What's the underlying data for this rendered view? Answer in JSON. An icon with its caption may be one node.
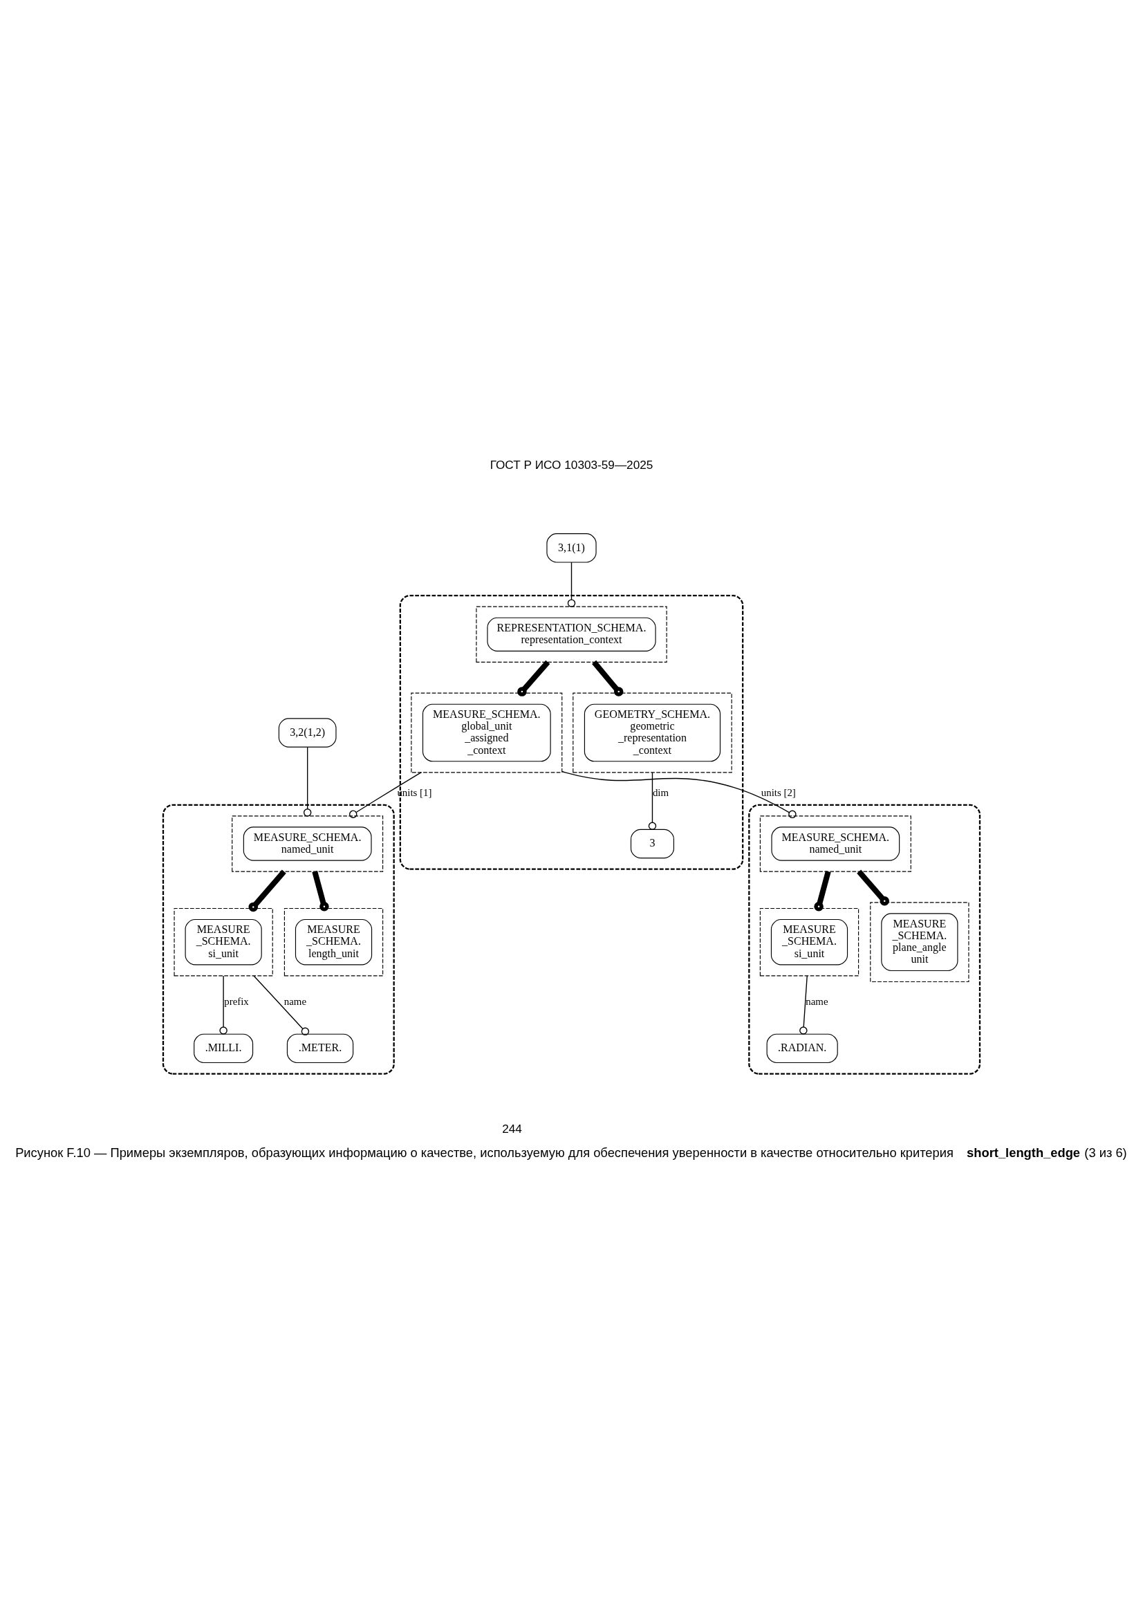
{
  "diagram": {
    "caption": "Рисунок F.10 — Примеры экземпляров, образующих информацию о качестве, используемую для обеспечения уверенности в качестве относительно критерия **short_length_edge** (3 из 6)",
    "nodes": [
      {
        "text": [
          "3,1(1)"
        ]
      },
      {
        "text": [],
        "shape": "box"
      },
      {
        "text": [],
        "shape": "box",
        "in": 1
      },
      {
        "text": [
          "REPRESENTATION_SCHEMA. representation_context"
        ],
        "in": 2
      },
      {
        "text": [],
        "shape": "box",
        "in": 1
      },
      {
        "text": [
          "MEASURE_SCHEMA. global_unit _assigned _context"
        ],
        "in": 4
      },
      {
        "text": [],
        "shape": "box",
        "in": 1
      },
      {
        "text": [
          "GEOMETRY_SCHEMA. geometric _representation _context"
        ],
        "in": 6
      },
      {
        "text": [
          "3"
        ],
        "in": 1
      },
      {
        "text": [
          "3,2(1,2)"
        ]
      },
      {
        "text": [],
        "shape": "box"
      },
      {
        "text": [],
        "shape": "box",
        "in": 10
      },
      {
        "text": [
          "MEASURE_SCHEMA. named_unit"
        ],
        "in": 11
      },
      {
        "text": [],
        "shape": "box",
        "in": 10
      },
      {
        "text": [
          "MEASURE _SCHEMA. si_unit"
        ],
        "in": 13
      },
      {
        "text": [],
        "shape": "box",
        "in": 10
      },
      {
        "text": [
          "MEASURE _SCHEMA. length_unit"
        ],
        "in": 15
      },
      {
        "text": [
          ".MILLI."
        ],
        "in": 10
      },
      {
        "text": [
          ".METER."
        ],
        "in": 10
      },
      {
        "text": [],
        "shape": "box"
      },
      {
        "text": [],
        "shape": "box",
        "in": 19
      },
      {
        "text": [
          "MEASURE_SCHEMA. named_unit"
        ],
        "in": 20
      },
      {
        "text": [],
        "shape": "box",
        "in": 19
      },
      {
        "text": [
          "MEASURE _SCHEMA. si_unit"
        ],
        "in": 22
      },
      {
        "text": [],
        "shape": "box",
        "in": 19
      },
      {
        "text": [
          "MEASURE _SCHEMA. plane_angle unit"
        ],
        "in": 24
      },
      {
        "text": [
          ".RADIAN."
        ],
        "in": 19
      }
    ],
    "edges": [
      {
        "from": 0,
        "to": 2,
        "arrow": "other"
      },
      {
        "from": 2,
        "to": 4,
        "arrow": "other",
        "style": "thick"
      },
      {
        "from": 2,
        "to": 6,
        "arrow": "other",
        "style": "thick"
      },
      {
        "from": 6,
        "to": 8,
        "arrow": "other",
        "label": "dim"
      },
      {
        "from": 4,
        "to": 11,
        "arrow": "other",
        "label": "units [1]"
      },
      {
        "from": 4,
        "to": 20,
        "arrow": "other",
        "label": "units [2]"
      },
      {
        "from": 9,
        "to": 11,
        "arrow": "other"
      },
      {
        "from": 11,
        "to": 13,
        "arrow": "other",
        "style": "thick"
      },
      {
        "from": 11,
        "to": 15,
        "arrow": "other",
        "style": "thick"
      },
      {
        "from": 13,
        "to": 17,
        "arrow": "other",
        "label": "prefix"
      },
      {
        "from": 13,
        "to": 18,
        "arrow": "other",
        "label": "name"
      },
      {
        "from": 20,
        "to": 22,
        "arrow": "other",
        "style": "thick"
      },
      {
        "from": 20,
        "to": 24,
        "arrow": "other",
        "style": "thick"
      },
      {
        "from": 22,
        "to": 26,
        "arrow": "other",
        "label": "name"
      }
    ],
    "labels": [
      "ГОСТ Р ИСО 10303-59—2025",
      "244"
    ]
  }
}
